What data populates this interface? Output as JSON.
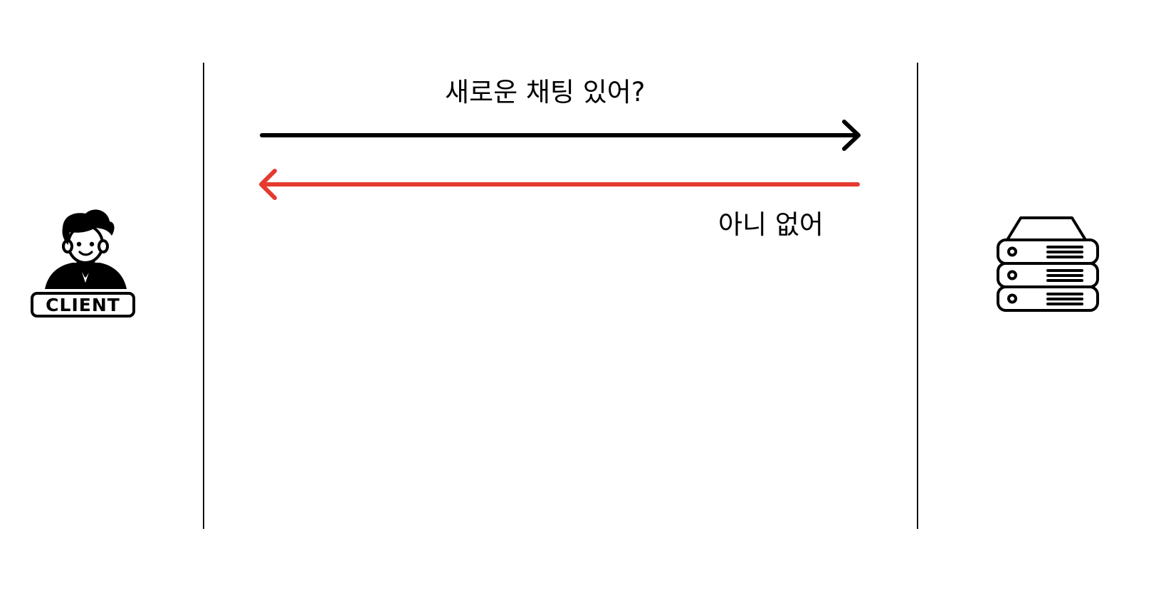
{
  "diagram": {
    "client": {
      "label": "CLIENT",
      "icon": "client-person-icon"
    },
    "server": {
      "icon": "server-stack-icon"
    },
    "messages": [
      {
        "label": "새로운 채팅 있어?",
        "direction": "client-to-server",
        "color": "#000000"
      },
      {
        "label": "아니 없어",
        "direction": "server-to-client",
        "color": "#e53a2f"
      }
    ]
  }
}
